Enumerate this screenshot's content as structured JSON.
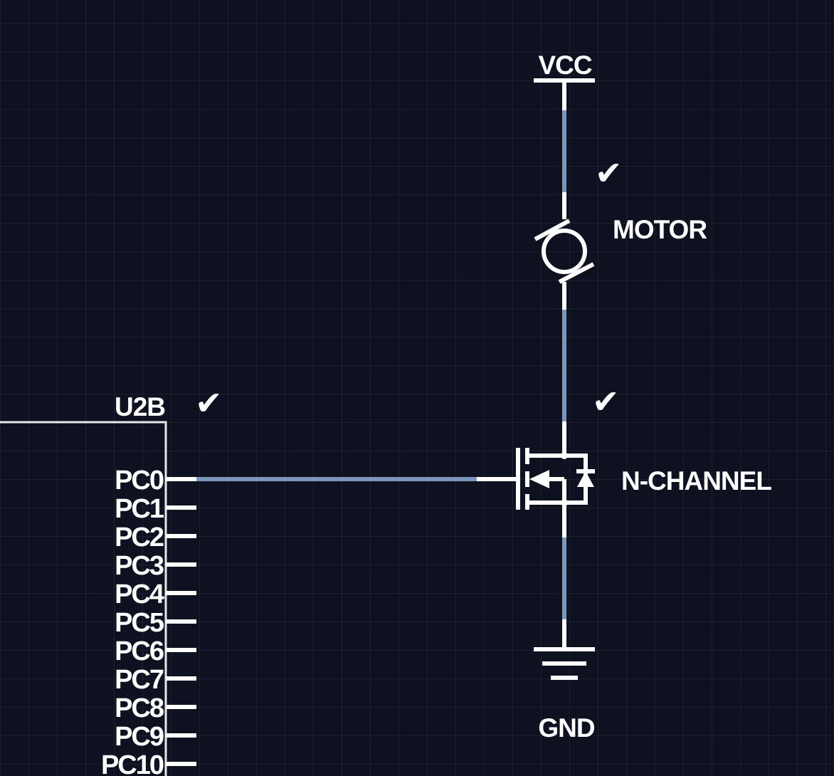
{
  "power": {
    "vcc_label": "VCC",
    "gnd_label": "GND"
  },
  "components": {
    "motor_label": "MOTOR",
    "mosfet_label": "N-CHANNEL",
    "ic_label": "U2B"
  },
  "check_marks": {
    "motor_check": "✔",
    "mosfet_check": "✔",
    "ic_check": "✔"
  },
  "ic_pins": [
    "PC0",
    "PC1",
    "PC2",
    "PC3",
    "PC4",
    "PC5",
    "PC6",
    "PC7",
    "PC8",
    "PC9",
    "PC10"
  ],
  "colors": {
    "background": "#0e1120",
    "grid": "#262b3d",
    "wire": "#7d96bd",
    "symbol": "#ffffff"
  }
}
